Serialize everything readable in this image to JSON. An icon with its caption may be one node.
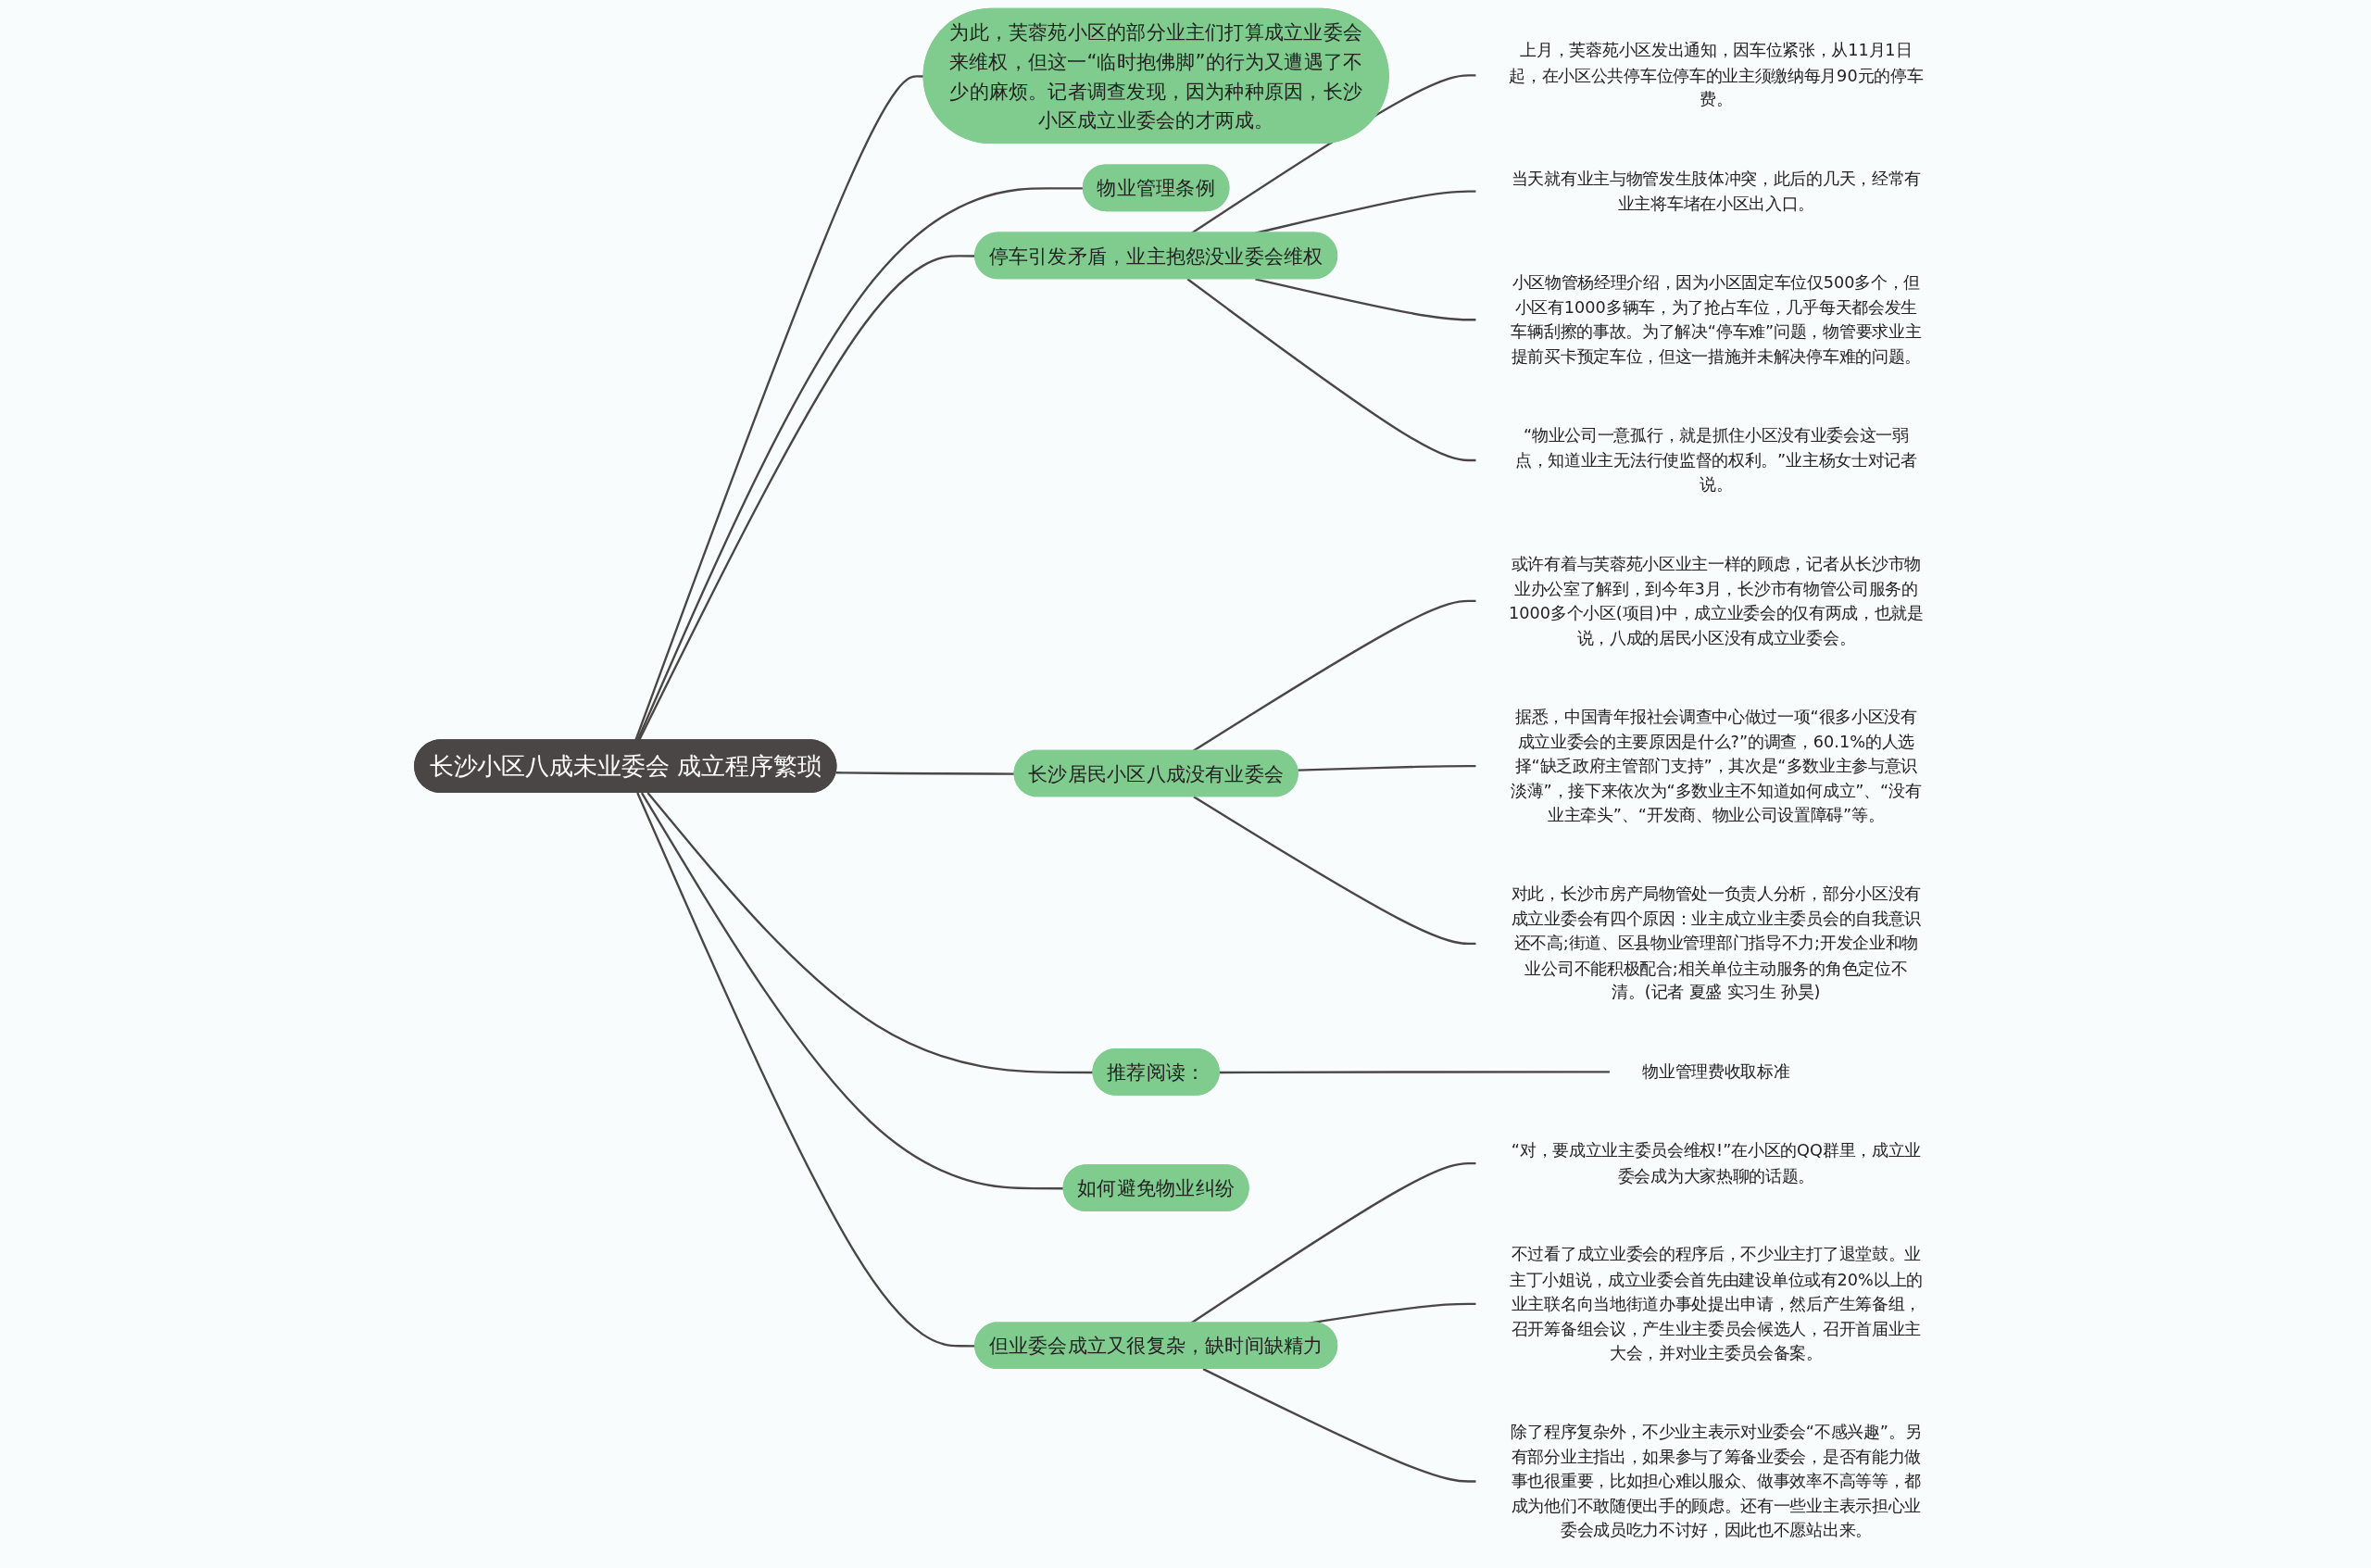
{
  "diagram": {
    "nodes": [
      {
        "text": [
          "长沙小区八成未业委会 成立程序繁琐"
        ]
      },
      {
        "text": [
          "为此，芙蓉苑小区的部分业主们打算成立业委会来维权，但这一“临时抱佛脚”的行为又遭遇了不少的麻烦。记者调查发现，因为种种原因，长沙小区成立业委会的才两成。"
        ]
      },
      {
        "text": [
          "物业管理条例"
        ]
      },
      {
        "text": [
          "停车引发矛盾，业主抱怨没业委会维权"
        ]
      },
      {
        "text": [
          "上月，芙蓉苑小区发出通知，因车位紧张，从11月1日起，在小区公共停车位停车的业主须缴纳每月90元的停车费。"
        ]
      },
      {
        "text": [
          "当天就有业主与物管发生肢体冲突，此后的几天，经常有业主将车堵在小区出入口。"
        ]
      },
      {
        "text": [
          "小区物管杨经理介绍，因为小区固定车位仅500多个，但小区有1000多辆车，为了抢占车位，几乎每天都会发生车辆刮擦的事故。为了解决“停车难”问题，物管要求业主提前买卡预定车位，但这一措施并未解决停车难的问题。"
        ]
      },
      {
        "text": [
          "“物业公司一意孤行，就是抓住小区没有业委会这一弱点，知道业主无法行使监督的权利。”业主杨女士对记者说。"
        ]
      },
      {
        "text": [
          "长沙居民小区八成没有业委会"
        ]
      },
      {
        "text": [
          "或许有着与芙蓉苑小区业主一样的顾虑，记者从长沙市物业办公室了解到，到今年3月，长沙市有物管公司服务的1000多个小区(项目)中，成立业委会的仅有两成，也就是说，八成的居民小区没有成立业委会。"
        ]
      },
      {
        "text": [
          "据悉，中国青年报社会调查中心做过一项“很多小区没有成立业委会的主要原因是什么?”的调查，60.1%的人选择“缺乏政府主管部门支持”，其次是“多数业主参与意识淡薄”，接下来依次为“多数业主不知道如何成立”、“没有业主牵头”、“开发商、物业公司设置障碍”等。"
        ]
      },
      {
        "text": [
          "对此，长沙市房产局物管处一负责人分析，部分小区没有成立业委会有四个原因：业主成立业主委员会的自我意识还不高;街道、区县物业管理部门指导不力;开发企业和物业公司不能积极配合;相关单位主动服务的角色定位不清。(记者 夏盛 实习生 孙昊)"
        ]
      },
      {
        "text": [
          "推荐阅读："
        ]
      },
      {
        "text": [
          "物业管理费收取标准"
        ]
      },
      {
        "text": [
          "如何避免物业纠纷"
        ]
      },
      {
        "text": [
          "但业委会成立又很复杂，缺时间缺精力"
        ]
      },
      {
        "text": [
          "“对，要成立业主委员会维权!”在小区的QQ群里，成立业委会成为大家热聊的话题。"
        ]
      },
      {
        "text": [
          "不过看了成立业委会的程序后，不少业主打了退堂鼓。业主丁小姐说，成立业委会首先由建设单位或有20%以上的业主联名向当地街道办事处提出申请，然后产生筹备组，召开筹备组会议，产生业主委员会候选人，召开首届业主大会，并对业主委员会备案。"
        ]
      },
      {
        "text": [
          "除了程序复杂外，不少业主表示对业委会“不感兴趣”。另有部分业主指出，如果参与了筹备业委会，是否有能力做事也很重要，比如担心难以服众、做事效率不高等等，都成为他们不敢随便出手的顾虑。还有一些业主表示担心业委会成员吃力不讨好，因此也不愿站出来。"
        ]
      }
    ],
    "edges": [
      {
        "from": 0,
        "to": 1,
        "arrow": "none"
      },
      {
        "from": 0,
        "to": 2,
        "arrow": "none"
      },
      {
        "from": 0,
        "to": 3,
        "arrow": "none"
      },
      {
        "from": 3,
        "to": 4,
        "arrow": "none"
      },
      {
        "from": 3,
        "to": 5,
        "arrow": "none"
      },
      {
        "from": 3,
        "to": 6,
        "arrow": "none"
      },
      {
        "from": 3,
        "to": 7,
        "arrow": "none"
      },
      {
        "from": 0,
        "to": 8,
        "arrow": "none"
      },
      {
        "from": 8,
        "to": 9,
        "arrow": "none"
      },
      {
        "from": 8,
        "to": 10,
        "arrow": "none"
      },
      {
        "from": 8,
        "to": 11,
        "arrow": "none"
      },
      {
        "from": 0,
        "to": 12,
        "arrow": "none"
      },
      {
        "from": 12,
        "to": 13,
        "arrow": "none"
      },
      {
        "from": 0,
        "to": 14,
        "arrow": "none"
      },
      {
        "from": 0,
        "to": 15,
        "arrow": "none"
      },
      {
        "from": 15,
        "to": 16,
        "arrow": "none"
      },
      {
        "from": 15,
        "to": 17,
        "arrow": "none"
      },
      {
        "from": 15,
        "to": 18,
        "arrow": "none"
      }
    ]
  }
}
